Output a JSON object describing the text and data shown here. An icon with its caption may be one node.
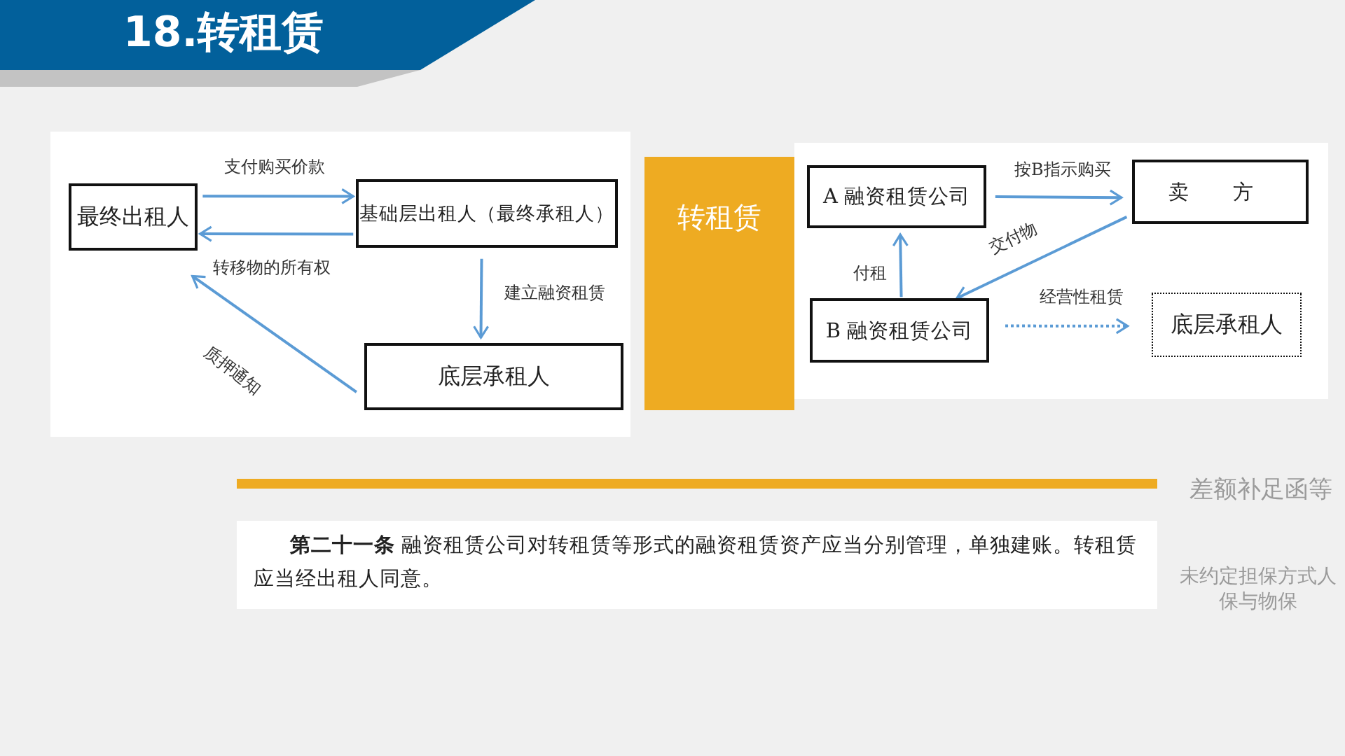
{
  "diagram": {
    "title": "18.转租赁",
    "nodes": [
      {
        "text": [
          "最终出租人"
        ]
      },
      {
        "text": [
          "基础层出租人（最终承租人）"
        ]
      },
      {
        "text": [
          "底层承租人"
        ]
      },
      {
        "text": [
          "转租赁"
        ]
      },
      {
        "text": [
          "A 融资租赁公司"
        ]
      },
      {
        "text": [
          "卖 方"
        ]
      },
      {
        "text": [
          "B 融资租赁公司"
        ]
      },
      {
        "text": [
          "底层承租人"
        ]
      }
    ],
    "edges": [
      {
        "from": 0,
        "to": 1,
        "arrow": "to",
        "label": "支付购买价款"
      },
      {
        "from": 1,
        "to": 0,
        "arrow": "to",
        "label": "转移物的所有权"
      },
      {
        "from": 1,
        "to": 2,
        "arrow": "to",
        "label": "建立融资租赁"
      },
      {
        "from": 2,
        "to": 0,
        "arrow": "to",
        "label": "质押通知"
      },
      {
        "from": 4,
        "to": 5,
        "arrow": "to",
        "label": "按B指示购买"
      },
      {
        "from": 5,
        "to": 6,
        "arrow": "to",
        "label": "交付物"
      },
      {
        "from": 6,
        "to": 4,
        "arrow": "to",
        "label": "付租"
      },
      {
        "from": 6,
        "to": 7,
        "arrow": "to",
        "label": "经营性租赁",
        "style": "dashed"
      }
    ],
    "labels": [
      "**第二十一条** 融资租赁公司对转租赁等形式的融资租赁资产应当分别管理，单独建账。转租赁应当经出租人同意。",
      "差额补足函等",
      "未约定担保方式人保与物保"
    ]
  }
}
